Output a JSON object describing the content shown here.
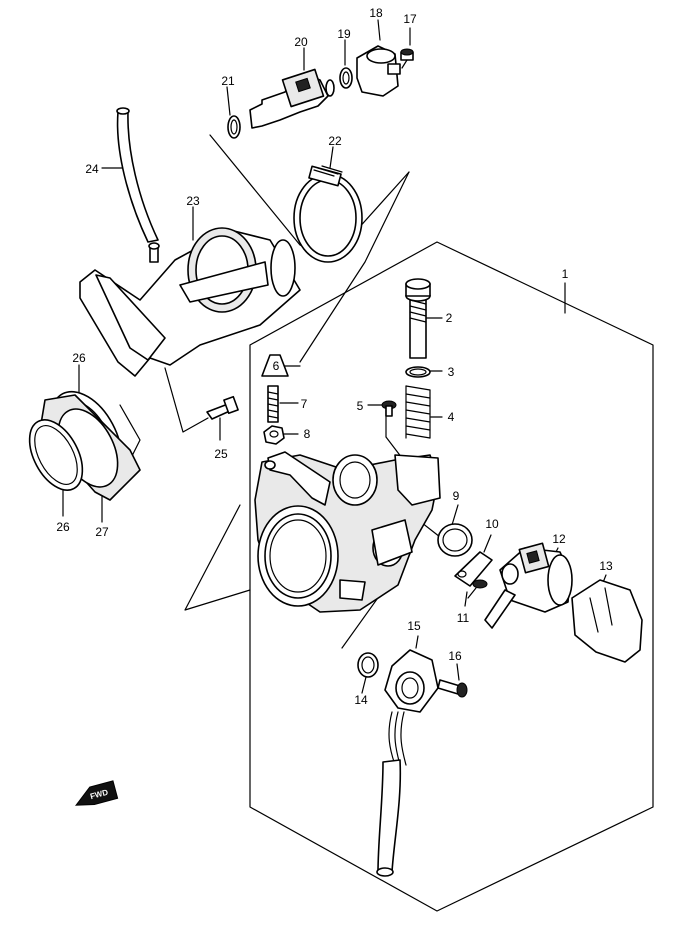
{
  "callouts": [
    {
      "id": "1",
      "label": "1"
    },
    {
      "id": "2",
      "label": "2"
    },
    {
      "id": "3",
      "label": "3"
    },
    {
      "id": "4",
      "label": "4"
    },
    {
      "id": "5",
      "label": "5"
    },
    {
      "id": "6",
      "label": "6"
    },
    {
      "id": "7",
      "label": "7"
    },
    {
      "id": "8",
      "label": "8"
    },
    {
      "id": "9",
      "label": "9"
    },
    {
      "id": "10",
      "label": "10"
    },
    {
      "id": "11",
      "label": "11"
    },
    {
      "id": "12",
      "label": "12"
    },
    {
      "id": "13",
      "label": "13"
    },
    {
      "id": "14",
      "label": "14"
    },
    {
      "id": "15",
      "label": "15"
    },
    {
      "id": "16",
      "label": "16"
    },
    {
      "id": "17",
      "label": "17"
    },
    {
      "id": "18",
      "label": "18"
    },
    {
      "id": "19",
      "label": "19"
    },
    {
      "id": "20",
      "label": "20"
    },
    {
      "id": "21",
      "label": "21"
    },
    {
      "id": "22",
      "label": "22"
    },
    {
      "id": "23",
      "label": "23"
    },
    {
      "id": "24",
      "label": "24"
    },
    {
      "id": "25",
      "label": "25"
    },
    {
      "id": "26a",
      "label": "26"
    },
    {
      "id": "26b",
      "label": "26"
    },
    {
      "id": "27",
      "label": "27"
    }
  ],
  "fwd_badge": {
    "label": "FWD",
    "icon": "fwd-arrow-icon"
  }
}
